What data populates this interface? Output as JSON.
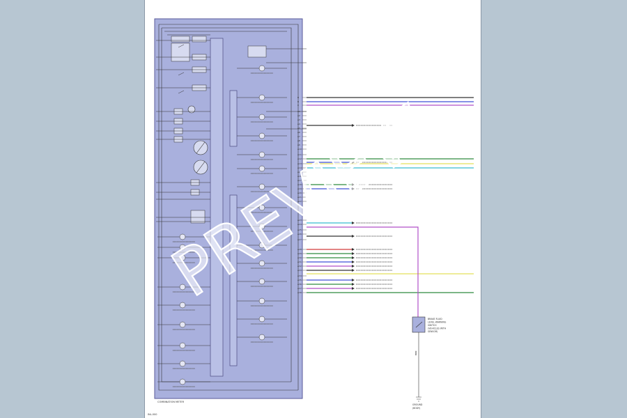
{
  "colors": {
    "background": "#b7c6d2",
    "panel_fill": "#a9b0dd",
    "panel_stroke": "#5a5a9a",
    "line": "#333333",
    "wire_purple": "#b04fc7",
    "wire_blue": "#3e4fd6",
    "wire_green": "#2e8a3e",
    "wire_yellow": "#e4e05a",
    "wire_cyan": "#38bcd0",
    "wire_red": "#d23a3a"
  },
  "watermark": {
    "text": "PREVIEW"
  },
  "sheet": {
    "panel_label": "COMBINATION METER",
    "page_ref": "INL-000"
  },
  "connector": {
    "labels": [
      "B",
      "B",
      "C",
      "A1",
      "A2",
      "A3",
      "A4",
      "A5",
      "A6",
      "A7",
      "A8",
      "A9",
      "A10",
      "A11",
      "A12",
      "A13",
      "A14",
      "A15",
      "A16",
      "A17",
      "A18",
      "A19",
      "A20",
      "A21",
      "A22",
      "A23",
      "A24",
      "A25",
      "A26",
      "A27",
      "A28",
      "A29",
      "A30",
      "A31",
      "A32",
      "A33",
      "A34",
      "A35",
      "A36",
      "A37",
      "A38"
    ]
  },
  "sensor": {
    "label_lines": [
      "BRAKE FLUID",
      "LEVEL WARNING",
      "SWITCH",
      "(VEHICLES WITH",
      "SENSOR)"
    ],
    "wire_label": "BRN",
    "ground_label_lines": [
      "GROUND",
      "(BODY)"
    ]
  }
}
